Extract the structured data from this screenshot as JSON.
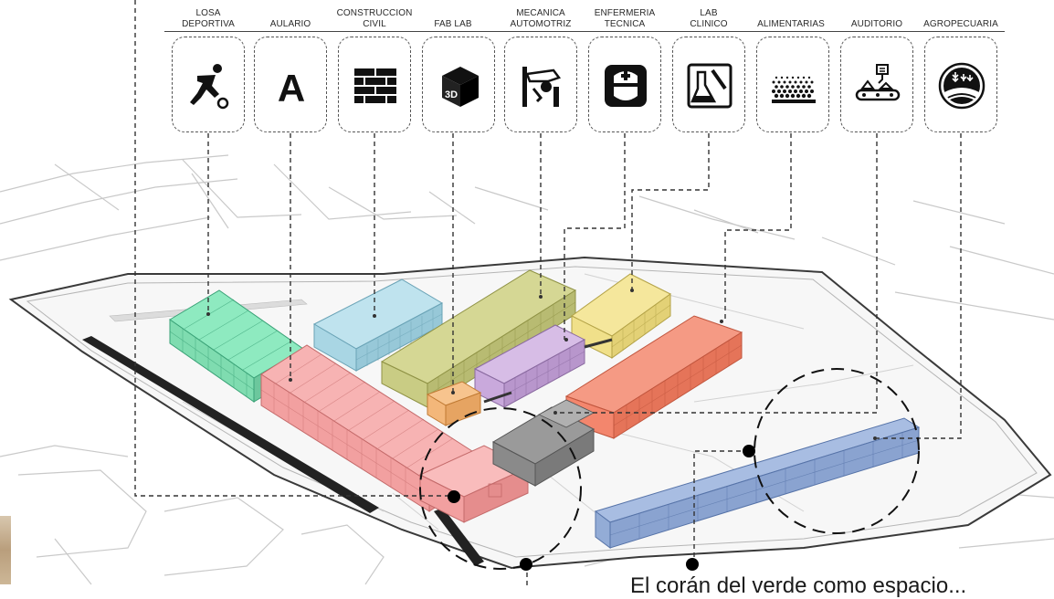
{
  "programs": [
    {
      "id": "losa",
      "label": "LOSA\nDEPORTIVA",
      "icon": "soccer-player-icon",
      "color": "#7fe0b3"
    },
    {
      "id": "aulario",
      "label": "AULARIO",
      "icon": "letter-a-icon",
      "color": "#f2a0a0"
    },
    {
      "id": "construccion",
      "label": "CONSTRUCCION\nCIVIL",
      "icon": "brick-wall-icon",
      "color": "#a9d6e4"
    },
    {
      "id": "fablab",
      "label": "FAB LAB",
      "icon": "3d-cube-icon",
      "color": "#f3b77a"
    },
    {
      "id": "mecanica",
      "label": "MECANICA\nAUTOMOTRIZ",
      "icon": "car-lift-icon",
      "color": "#c9cc84"
    },
    {
      "id": "enfermeria",
      "label": "ENFERMERIA\nTECNICA",
      "icon": "nurse-cap-icon",
      "color": "#c9a9dc"
    },
    {
      "id": "labclinico",
      "label": "LAB\nCLINICO",
      "icon": "flask-icon",
      "color": "#f0e08a"
    },
    {
      "id": "alimentarias",
      "label": "ALIMENTARIAS",
      "icon": "grain-pattern-icon",
      "color": "#f3866d"
    },
    {
      "id": "auditorio",
      "label": "AUDITORIO",
      "icon": "conveyor-machine-icon",
      "color": "#8a8a8a"
    },
    {
      "id": "agropecuaria",
      "label": "AGROPECUARIA",
      "icon": "farm-field-icon",
      "color": "#93acd6"
    }
  ],
  "icon_glyph_a": "A",
  "icon_glyph_3d": "3D",
  "caption": "El corán del verde como espacio..."
}
